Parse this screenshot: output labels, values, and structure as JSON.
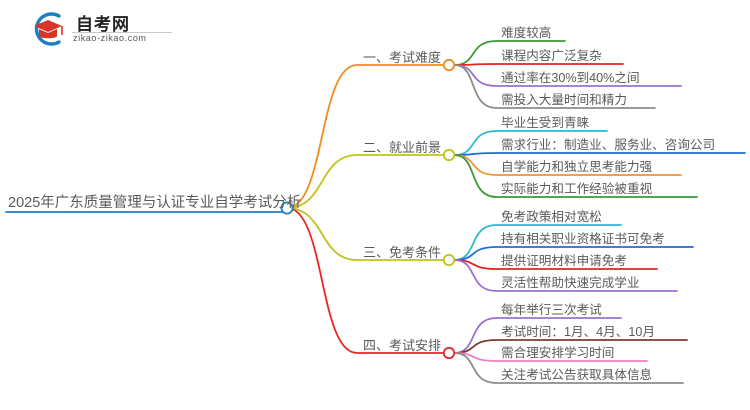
{
  "logo": {
    "name_cn": "自考网",
    "url": "zikao-zikao.com",
    "mark_icon": "graduation-cap-icon",
    "colors": {
      "arc": "#1b7fc4",
      "cap": "#d8352a"
    }
  },
  "mindmap": {
    "root": {
      "label": "2025年广东质量管理与认证专业自学考试分析",
      "color": "#1b7fc4"
    },
    "branches": [
      {
        "label": "一、考试难度",
        "color": "#f18c20",
        "leaves": [
          {
            "label": "难度较高",
            "color": "#3a9b35"
          },
          {
            "label": "课程内容广泛复杂",
            "color": "#e02522"
          },
          {
            "label": "通过率在30%到40%之间",
            "color": "#9b72cf"
          },
          {
            "label": "需投入大量时间和精力",
            "color": "#8c8c8c"
          }
        ]
      },
      {
        "label": "二、就业前景",
        "color": "#c0c41c",
        "leaves": [
          {
            "label": "毕业生受到青睐",
            "color": "#2eb8d4"
          },
          {
            "label": "需求行业：制造业、服务业、咨询公司",
            "color": "#1f6fd0"
          },
          {
            "label": "自学能力和独立思考能力强",
            "color": "#f4932f"
          },
          {
            "label": "实际能力和工作经验被重视",
            "color": "#3a9b35"
          }
        ]
      },
      {
        "label": "三、免考条件",
        "color": "#c0c41c",
        "leaves": [
          {
            "label": "免考政策相对宽松",
            "color": "#2eb8d4"
          },
          {
            "label": "持有相关职业资格证书可免考",
            "color": "#1f6fd0"
          },
          {
            "label": "提供证明材料申请免考",
            "color": "#e02522"
          },
          {
            "label": "灵活性帮助快速完成学业",
            "color": "#9b72cf"
          }
        ]
      },
      {
        "label": "四、考试安排",
        "color": "#e8262a",
        "leaves": [
          {
            "label": "每年举行三次考试",
            "color": "#9b72cf"
          },
          {
            "label": "考试时间：1月、4月、10月",
            "color": "#7a3b33"
          },
          {
            "label": "需合理安排学习时间",
            "color": "#f07ec6"
          },
          {
            "label": "关注考试公告获取具体信息",
            "color": "#8c8c8c"
          }
        ]
      }
    ]
  }
}
